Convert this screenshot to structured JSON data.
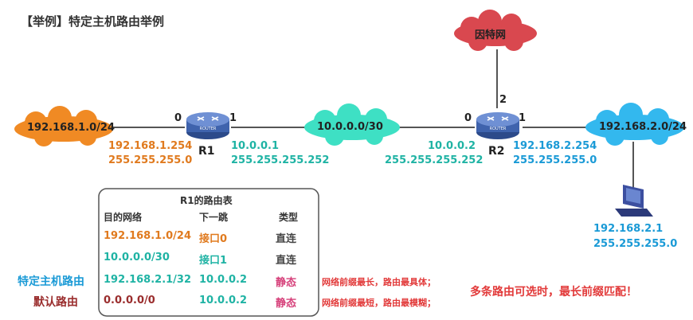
{
  "title": "【举例】特定主机路由举例",
  "clouds": {
    "internet": "因特网",
    "net_left": "192.168.1.0/24",
    "net_mid": "10.0.0.0/30",
    "net_right": "192.168.2.0/24"
  },
  "routers": {
    "r1": {
      "name": "R1",
      "icon_text": "ROUTER",
      "port0": "0",
      "port1": "1",
      "ip0": "192.168.1.254",
      "mask0": "255.255.255.0",
      "ip1": "10.0.0.1",
      "mask1": "255.255.255.252"
    },
    "r2": {
      "name": "R2",
      "icon_text": "ROUTER",
      "port0": "0",
      "port1": "1",
      "port2": "2",
      "ip0": "10.0.0.2",
      "mask0": "255.255.255.252",
      "ip1": "192.168.2.254",
      "mask1": "255.255.255.0"
    }
  },
  "host": {
    "ip": "192.168.2.1",
    "mask": "255.255.255.0"
  },
  "routing_table": {
    "title": "R1的路由表",
    "headers": [
      "目的网络",
      "下一跳",
      "类型"
    ],
    "rows": [
      {
        "dest": "192.168.1.0/24",
        "next": "接口0",
        "type": "直连"
      },
      {
        "dest": "10.0.0.0/30",
        "next": "接口1",
        "type": "直连"
      },
      {
        "dest": "192.168.2.1/32",
        "next": "10.0.0.2",
        "type": "静态"
      },
      {
        "dest": "0.0.0.0/0",
        "next": "10.0.0.2",
        "type": "静态"
      }
    ]
  },
  "side_labels": {
    "host_route": "特定主机路由",
    "default_route": "默认路由"
  },
  "notes": {
    "longest": "网络前缀最长，路由最具体；",
    "shortest": "网络前缀最短，路由最模糊；",
    "summary": "多条路由可选时，最长前缀匹配！"
  },
  "colors": {
    "orange": "#f08a24",
    "teal": "#3ee0c4",
    "blue": "#33b8ee",
    "red_cloud": "#d9484f",
    "router": "#3f63ad"
  }
}
